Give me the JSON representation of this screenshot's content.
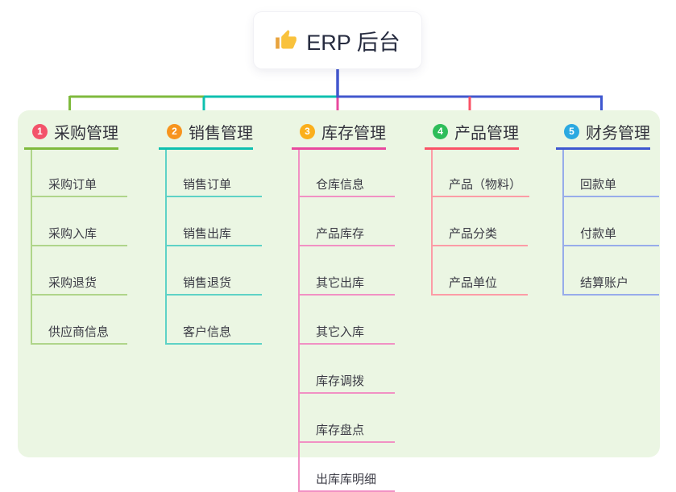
{
  "root": {
    "label": "ERP 后台",
    "icon": "thumbs-up",
    "icon_color": "#F9C23C",
    "connector_color": "#4257CE"
  },
  "panel": {
    "background": "#EBF6E3"
  },
  "branches": [
    {
      "badge": "1",
      "label": "采购管理",
      "badge_color": "#F3536A",
      "line_color": "#7FBA3D",
      "child_line_color": "#AFD58A",
      "children": [
        "采购订单",
        "采购入库",
        "采购退货",
        "供应商信息"
      ]
    },
    {
      "badge": "2",
      "label": "销售管理",
      "badge_color": "#F7941E",
      "line_color": "#0EC0AF",
      "child_line_color": "#5ED2C6",
      "children": [
        "销售订单",
        "销售出库",
        "销售退货",
        "客户信息"
      ]
    },
    {
      "badge": "3",
      "label": "库存管理",
      "badge_color": "#FBAF1C",
      "line_color": "#E8499E",
      "child_line_color": "#F191C4",
      "children": [
        "仓库信息",
        "产品库存",
        "其它出库",
        "其它入库",
        "库存调拨",
        "库存盘点",
        "出库库明细"
      ]
    },
    {
      "badge": "4",
      "label": "产品管理",
      "badge_color": "#2EBD59",
      "line_color": "#FA5266",
      "child_line_color": "#FC9CA6",
      "children": [
        "产品（物料）",
        "产品分类",
        "产品单位"
      ]
    },
    {
      "badge": "5",
      "label": "财务管理",
      "badge_color": "#2BA9E1",
      "line_color": "#3E57D0",
      "child_line_color": "#97ACEA",
      "children": [
        "回款单",
        "付款单",
        "结算账户"
      ]
    }
  ]
}
